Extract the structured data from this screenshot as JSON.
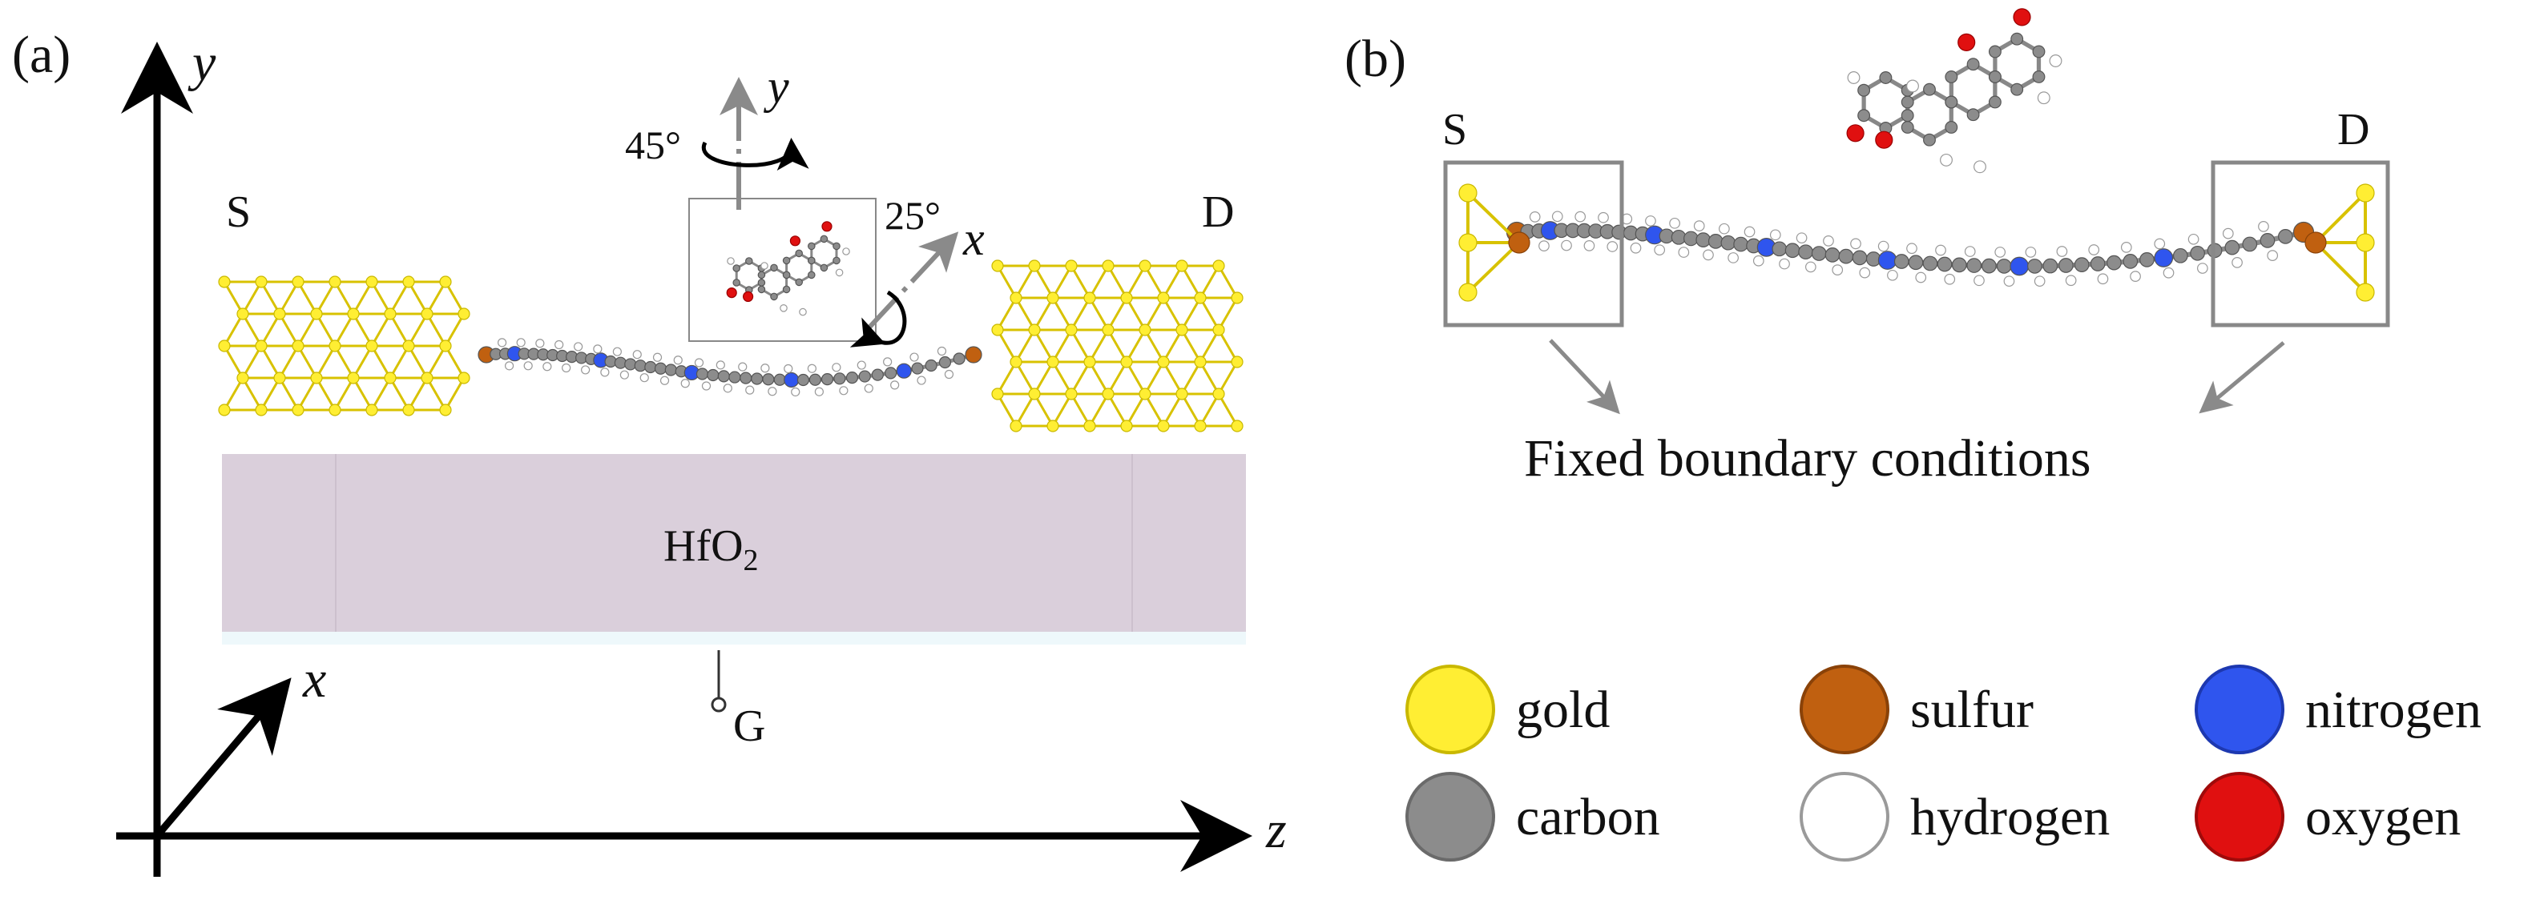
{
  "panel_a": {
    "label": "(a)",
    "axes": {
      "y": "y",
      "x": "x",
      "z": "z"
    },
    "source_label": "S",
    "drain_label": "D",
    "inset": {
      "rot_y_axis": "y",
      "rot_x_axis": "x",
      "angle_y": "45°",
      "angle_x": "25°"
    },
    "substrate": {
      "base": "HfO",
      "subscript": "2"
    },
    "gate_label": "G"
  },
  "panel_b": {
    "label": "(b)",
    "source_label": "S",
    "drain_label": "D",
    "annotation": "Fixed boundary conditions"
  },
  "legend": [
    {
      "label": "gold",
      "color": "#ffee33",
      "stroke": "#c9b800"
    },
    {
      "label": "sulfur",
      "color": "#c06010",
      "stroke": "#8a4208"
    },
    {
      "label": "nitrogen",
      "color": "#2f55ee",
      "stroke": "#1d38b0"
    },
    {
      "label": "carbon",
      "color": "#8c8c8c",
      "stroke": "#6a6a6a"
    },
    {
      "label": "hydrogen",
      "color": "#ffffff",
      "stroke": "#9a9a9a"
    },
    {
      "label": "oxygen",
      "color": "#e01010",
      "stroke": "#a00a0a"
    }
  ],
  "colors": {
    "gold": "#ffee33",
    "gold_bond": "#d8c200",
    "substrate": "#dacfdb",
    "substrate_edge": "#ccc0cd",
    "carbon": "#8c8c8c",
    "nitrogen": "#2f55ee",
    "sulfur": "#c06010",
    "oxygen": "#e01010",
    "hydrogen": "#ffffff",
    "box": "#888888",
    "arrow_gray": "#8a8a8a"
  }
}
